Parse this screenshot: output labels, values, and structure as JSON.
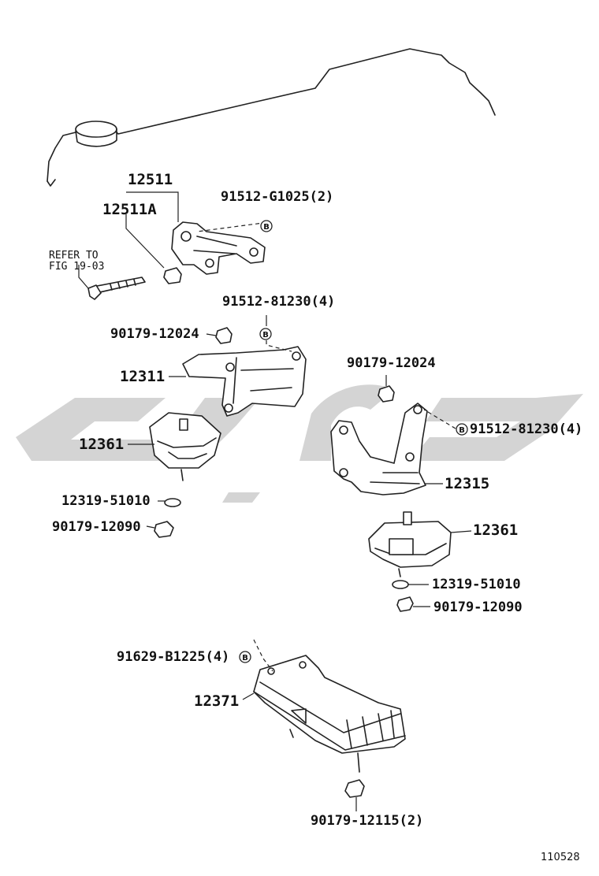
{
  "diagram": {
    "watermark_color": "#d4d4d4",
    "line_color": "#222222",
    "labels": {
      "p12511": "12511",
      "p12511A": "12511A",
      "p91512_G1025": "91512-G1025(2)",
      "refer_to": "REFER TO",
      "fig_19_03": "FIG 19-03",
      "p91512_81230_left": "91512-81230(4)",
      "p90179_12024_left": "90179-12024",
      "p12311": "12311",
      "p12361_left": "12361",
      "p12319_51010_left": "12319-51010",
      "p90179_12090_left": "90179-12090",
      "p90179_12024_right": "90179-12024",
      "p91512_81230_right": "91512-81230(4)",
      "p12315": "12315",
      "p12361_right": "12361",
      "p12319_51010_right": "12319-51010",
      "p90179_12090_right": "90179-12090",
      "p91629_B1225": "91629-B1225(4)",
      "p12371": "12371",
      "p90179_12115": "90179-12115(2)",
      "figure_code": "110528"
    },
    "marker_letter": "B"
  }
}
